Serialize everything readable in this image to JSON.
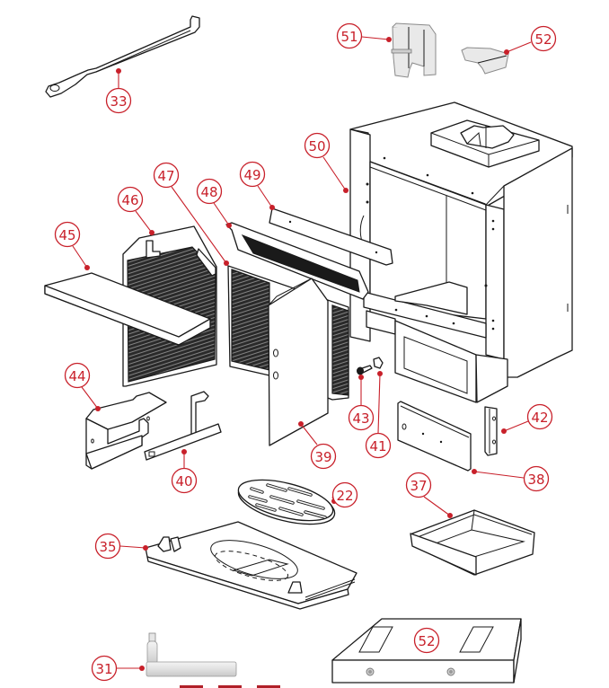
{
  "diagram": {
    "title": "Stove exploded parts diagram",
    "accent_color": "#c8202a",
    "line_color": "#1a1a1a",
    "callouts": [
      {
        "id": "c33",
        "label": "33",
        "part": "poker"
      },
      {
        "id": "c51",
        "label": "51",
        "part": "flue-collar"
      },
      {
        "id": "c52a",
        "label": "52",
        "part": "flue-baffle"
      },
      {
        "id": "c50",
        "label": "50",
        "part": "stove-body"
      },
      {
        "id": "c47",
        "label": "47",
        "part": "rear-mesh-panel"
      },
      {
        "id": "c49",
        "label": "49",
        "part": "top-deflector-bracket"
      },
      {
        "id": "c48",
        "label": "48",
        "part": "baffle-plate"
      },
      {
        "id": "c46",
        "label": "46",
        "part": "side-mesh-panel"
      },
      {
        "id": "c45",
        "label": "45",
        "part": "shelf-brick"
      },
      {
        "id": "c44",
        "label": "44",
        "part": "bracket-plate"
      },
      {
        "id": "c40",
        "label": "40",
        "part": "support-bar"
      },
      {
        "id": "c39",
        "label": "39",
        "part": "side-plate"
      },
      {
        "id": "c43",
        "label": "43",
        "part": "bolt"
      },
      {
        "id": "c41",
        "label": "41",
        "part": "nut"
      },
      {
        "id": "c42",
        "label": "42",
        "part": "hinge-bracket"
      },
      {
        "id": "c38",
        "label": "38",
        "part": "ash-door"
      },
      {
        "id": "c22",
        "label": "22",
        "part": "grate"
      },
      {
        "id": "c37",
        "label": "37",
        "part": "ash-pan"
      },
      {
        "id": "c35",
        "label": "35",
        "part": "base-plate"
      },
      {
        "id": "c31",
        "label": "31",
        "part": "handle-tool"
      },
      {
        "id": "c52b",
        "label": "52",
        "part": "base-block"
      }
    ]
  }
}
